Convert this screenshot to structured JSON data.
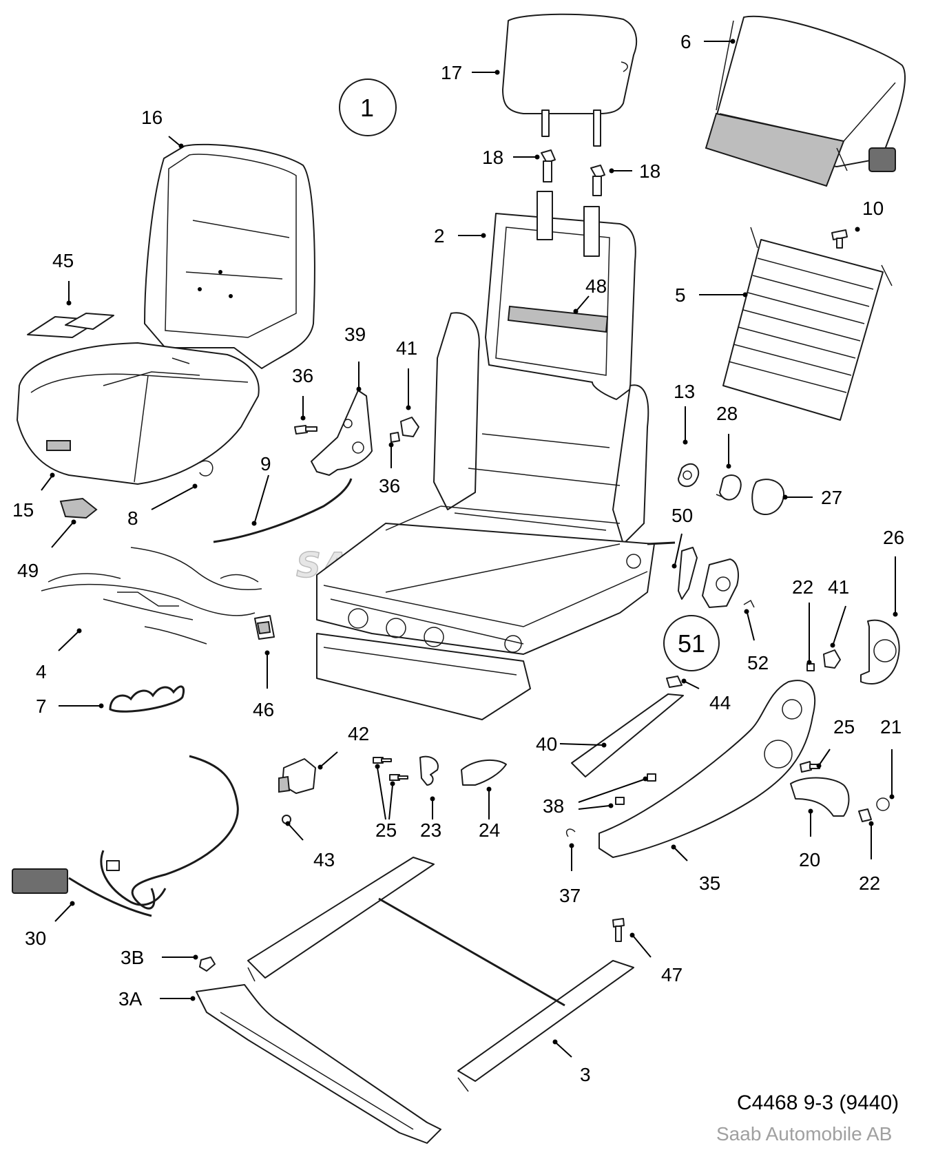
{
  "diagram": {
    "part_labels": {
      "p1": "1",
      "p2": "2",
      "p3": "3",
      "p3a": "3A",
      "p3b": "3B",
      "p4": "4",
      "p5": "5",
      "p6": "6",
      "p7": "7",
      "p8": "8",
      "p9": "9",
      "p10": "10",
      "p13": "13",
      "p15": "15",
      "p16": "16",
      "p17": "17",
      "p18a": "18",
      "p18b": "18",
      "p20": "20",
      "p21": "21",
      "p22a": "22",
      "p22b": "22",
      "p23": "23",
      "p24": "24",
      "p25a": "25",
      "p25b": "25",
      "p26": "26",
      "p27": "27",
      "p28": "28",
      "p30": "30",
      "p35": "35",
      "p36a": "36",
      "p36b": "36",
      "p37": "37",
      "p38": "38",
      "p39": "39",
      "p40": "40",
      "p41a": "41",
      "p41b": "41",
      "p42": "42",
      "p43": "43",
      "p44": "44",
      "p45": "45",
      "p46": "46",
      "p47": "47",
      "p48": "48",
      "p49": "49",
      "p50": "50",
      "p51": "51",
      "p52": "52"
    },
    "watermark": "SAAB-MASTER",
    "footer": {
      "code": "C4468 9-3 (9440)",
      "brand": "Saab Automobile AB"
    }
  }
}
